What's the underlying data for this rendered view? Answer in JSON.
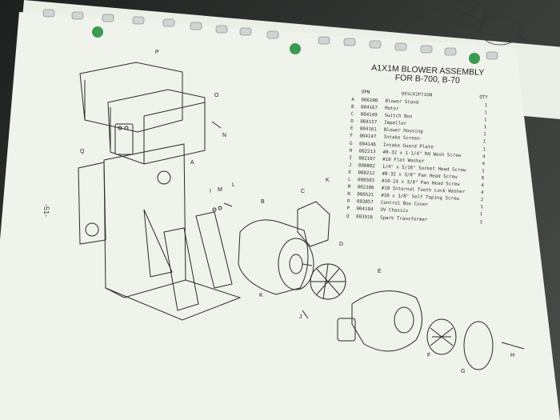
{
  "document": {
    "title_line1": "A1X1M BLOWER ASSEMBLY",
    "title_line2": "FOR B-700, B-70",
    "page_number": "-51-",
    "columns": {
      "opn": "OPN",
      "description": "DESCRIPTION",
      "qty": "QTY"
    },
    "parts": [
      {
        "letter": "A",
        "opn": "006200",
        "description": "Blower Stand",
        "qty": "1"
      },
      {
        "letter": "B",
        "opn": "004167",
        "description": "Motor",
        "qty": "1"
      },
      {
        "letter": "C",
        "opn": "004149",
        "description": "Switch Box",
        "qty": "1"
      },
      {
        "letter": "D",
        "opn": "004157",
        "description": "Impeller",
        "qty": "1"
      },
      {
        "letter": "E",
        "opn": "004161",
        "description": "Blower Housing",
        "qty": "1"
      },
      {
        "letter": "F",
        "opn": "004147",
        "description": "Intake Screen",
        "qty": "1"
      },
      {
        "letter": "G",
        "opn": "004146",
        "description": "Intake Guard Plate",
        "qty": "1"
      },
      {
        "letter": "H",
        "opn": "002213",
        "description": "#8-32 x 1-1/4\" RH Wash Screw",
        "qty": "4"
      },
      {
        "letter": "I",
        "opn": "002107",
        "description": "#10 Flat Washer",
        "qty": "4"
      },
      {
        "letter": "J",
        "opn": "000802",
        "description": "1/4\" x 5/16\" Socket Head Screw",
        "qty": "1"
      },
      {
        "letter": "K",
        "opn": "000212",
        "description": "#8-32 x 3/8\" Pan Head Screw",
        "qty": "6"
      },
      {
        "letter": "L",
        "opn": "000503",
        "description": "#10-24 x 3/8\" Pan Head Screw",
        "qty": "4"
      },
      {
        "letter": "M",
        "opn": "002106",
        "description": "#10 Internal Tooth Lock Washer",
        "qty": "4"
      },
      {
        "letter": "N",
        "opn": "000521",
        "description": "#10 x 3/8\" Self Taping Screw",
        "qty": "2"
      },
      {
        "letter": "O",
        "opn": "003857",
        "description": "Control Box Cover",
        "qty": "1"
      },
      {
        "letter": "P",
        "opn": "004104",
        "description": "UV Chassis",
        "qty": "1"
      },
      {
        "letter": "Q",
        "opn": "003916",
        "description": "Spark Transformer",
        "qty": "1"
      }
    ],
    "callouts": {
      "P": "P",
      "O": "O",
      "N": "N",
      "Q": "Q",
      "A": "A",
      "C": "C",
      "K": "K",
      "L": "L",
      "M": "M",
      "I": "I",
      "B": "B",
      "D": "D",
      "E": "E",
      "J": "J",
      "F": "F",
      "G": "G",
      "H": "H"
    }
  },
  "colors": {
    "paper": "#f1f3ee",
    "binding_ring": "#cfd5d2",
    "tab_green": "#3c9a52",
    "ink": "#2b2b2b"
  }
}
